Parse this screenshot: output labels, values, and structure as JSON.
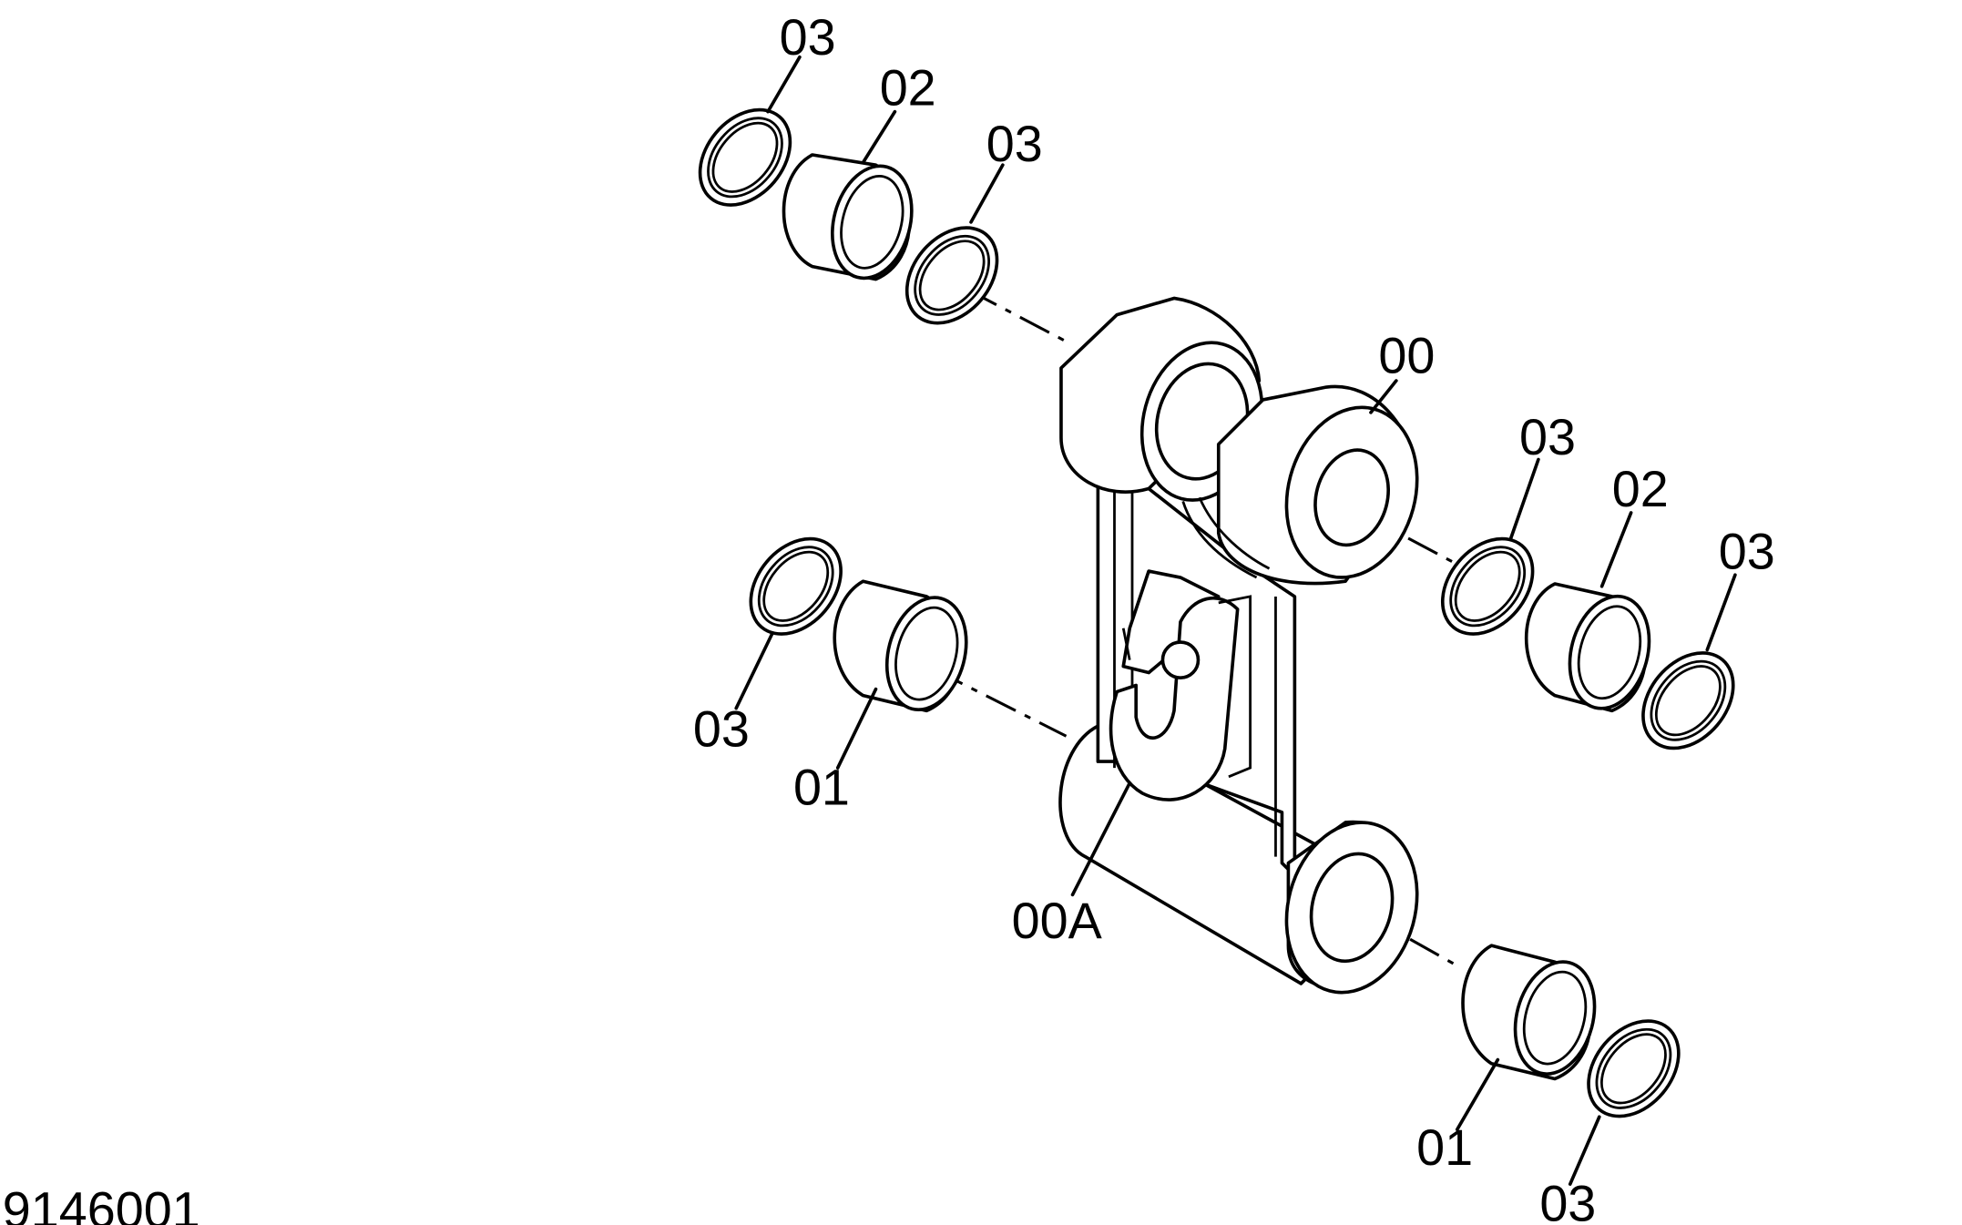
{
  "drawing_id": "9146001",
  "callouts": {
    "c03_top_a": "03",
    "c02_top": "02",
    "c03_top_b": "03",
    "c00": "00",
    "c03_right_a": "03",
    "c02_right": "02",
    "c03_right_b": "03",
    "c03_left": "03",
    "c01_left": "01",
    "c00A": "00A",
    "c01_bottom": "01",
    "c03_bottom": "03"
  }
}
